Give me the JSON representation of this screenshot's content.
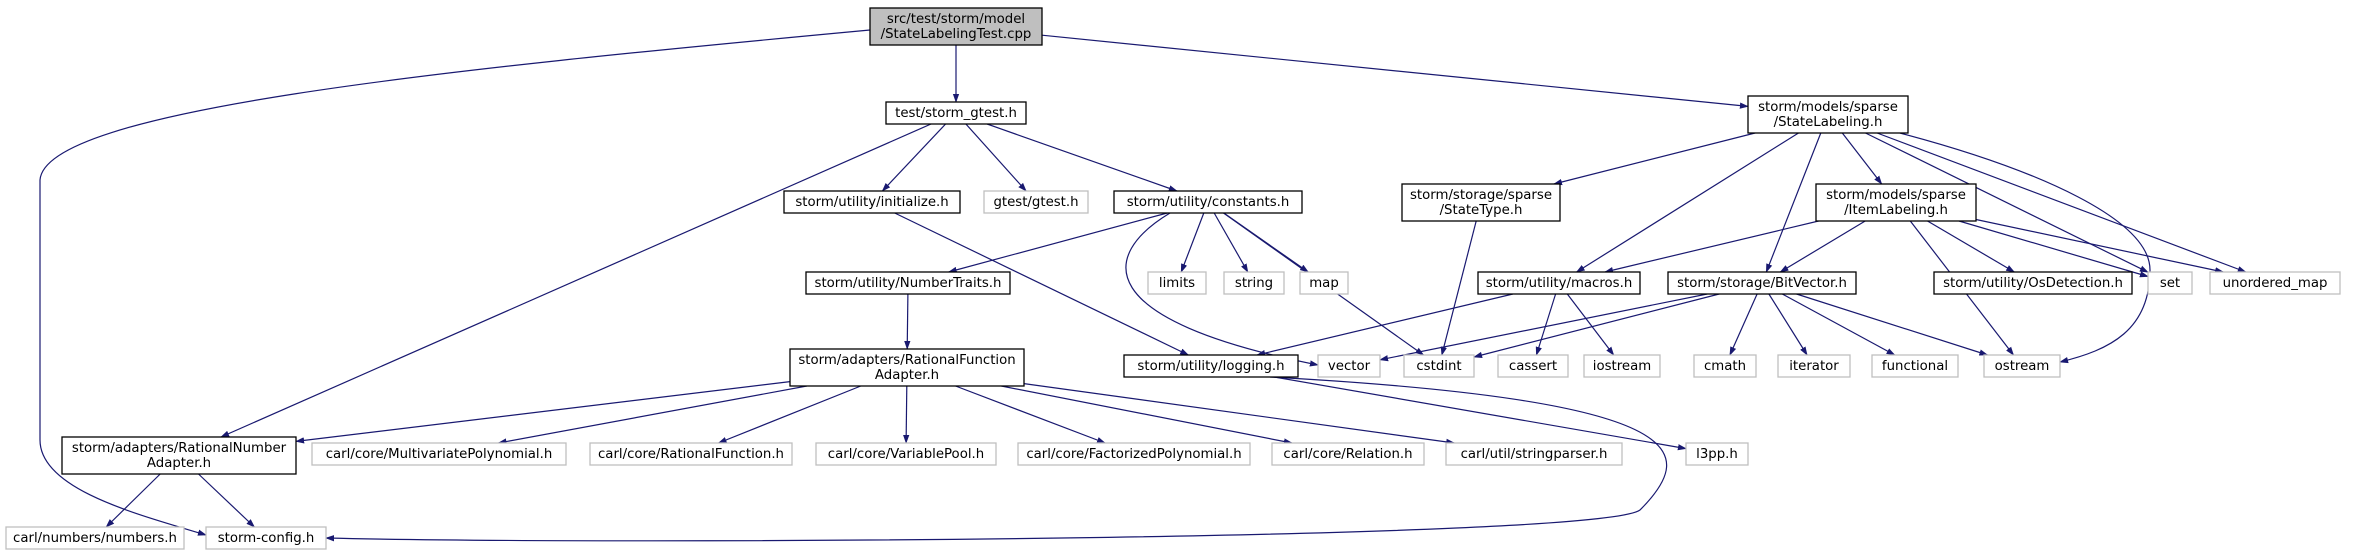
{
  "colors": {
    "edge": "#191970",
    "node_border": "#000000",
    "external_border": "#bfbfbf",
    "root_fill": "#bfbfbf",
    "background": "#ffffff"
  },
  "nodes": [
    {
      "id": "root",
      "lines": [
        "src/test/storm/model",
        "/StateLabelingTest.cpp"
      ],
      "kind": "root"
    },
    {
      "id": "storm_gtest",
      "lines": [
        "test/storm_gtest.h"
      ],
      "kind": "internal"
    },
    {
      "id": "statelabeling",
      "lines": [
        "storm/models/sparse",
        "/StateLabeling.h"
      ],
      "kind": "internal"
    },
    {
      "id": "initialize",
      "lines": [
        "storm/utility/initialize.h"
      ],
      "kind": "internal"
    },
    {
      "id": "gtest",
      "lines": [
        "gtest/gtest.h"
      ],
      "kind": "external"
    },
    {
      "id": "constants",
      "lines": [
        "storm/utility/constants.h"
      ],
      "kind": "internal"
    },
    {
      "id": "statetype",
      "lines": [
        "storm/storage/sparse",
        "/StateType.h"
      ],
      "kind": "internal"
    },
    {
      "id": "itemlabeling",
      "lines": [
        "storm/models/sparse",
        "/ItemLabeling.h"
      ],
      "kind": "internal"
    },
    {
      "id": "numbertraits",
      "lines": [
        "storm/utility/NumberTraits.h"
      ],
      "kind": "internal"
    },
    {
      "id": "limits",
      "lines": [
        "limits"
      ],
      "kind": "external"
    },
    {
      "id": "string",
      "lines": [
        "string"
      ],
      "kind": "external"
    },
    {
      "id": "map",
      "lines": [
        "map"
      ],
      "kind": "external"
    },
    {
      "id": "macros",
      "lines": [
        "storm/utility/macros.h"
      ],
      "kind": "internal"
    },
    {
      "id": "bitvector",
      "lines": [
        "storm/storage/BitVector.h"
      ],
      "kind": "internal"
    },
    {
      "id": "osdetection",
      "lines": [
        "storm/utility/OsDetection.h"
      ],
      "kind": "internal"
    },
    {
      "id": "set",
      "lines": [
        "set"
      ],
      "kind": "external"
    },
    {
      "id": "unordered_map",
      "lines": [
        "unordered_map"
      ],
      "kind": "external"
    },
    {
      "id": "rfadapter",
      "lines": [
        "storm/adapters/RationalFunction",
        "Adapter.h"
      ],
      "kind": "internal"
    },
    {
      "id": "logging",
      "lines": [
        "storm/utility/logging.h"
      ],
      "kind": "internal"
    },
    {
      "id": "vector",
      "lines": [
        "vector"
      ],
      "kind": "external"
    },
    {
      "id": "cstdint",
      "lines": [
        "cstdint"
      ],
      "kind": "external"
    },
    {
      "id": "cassert",
      "lines": [
        "cassert"
      ],
      "kind": "external"
    },
    {
      "id": "iostream",
      "lines": [
        "iostream"
      ],
      "kind": "external"
    },
    {
      "id": "cmath",
      "lines": [
        "cmath"
      ],
      "kind": "external"
    },
    {
      "id": "iterator",
      "lines": [
        "iterator"
      ],
      "kind": "external"
    },
    {
      "id": "functional",
      "lines": [
        "functional"
      ],
      "kind": "external"
    },
    {
      "id": "ostream",
      "lines": [
        "ostream"
      ],
      "kind": "external"
    },
    {
      "id": "rnadapter",
      "lines": [
        "storm/adapters/RationalNumber",
        "Adapter.h"
      ],
      "kind": "internal"
    },
    {
      "id": "multivariate",
      "lines": [
        "carl/core/MultivariatePolynomial.h"
      ],
      "kind": "external"
    },
    {
      "id": "rationalfunction",
      "lines": [
        "carl/core/RationalFunction.h"
      ],
      "kind": "external"
    },
    {
      "id": "variablepool",
      "lines": [
        "carl/core/VariablePool.h"
      ],
      "kind": "external"
    },
    {
      "id": "factorized",
      "lines": [
        "carl/core/FactorizedPolynomial.h"
      ],
      "kind": "external"
    },
    {
      "id": "relation",
      "lines": [
        "carl/core/Relation.h"
      ],
      "kind": "external"
    },
    {
      "id": "stringparser",
      "lines": [
        "carl/util/stringparser.h"
      ],
      "kind": "external"
    },
    {
      "id": "l3pp",
      "lines": [
        "l3pp.h"
      ],
      "kind": "external"
    },
    {
      "id": "numbers",
      "lines": [
        "carl/numbers/numbers.h"
      ],
      "kind": "external"
    },
    {
      "id": "stormconfig",
      "lines": [
        "storm-config.h"
      ],
      "kind": "external"
    }
  ],
  "edges": [
    [
      "root",
      "storm_gtest"
    ],
    [
      "root",
      "statelabeling"
    ],
    [
      "root",
      "stormconfig"
    ],
    [
      "storm_gtest",
      "initialize"
    ],
    [
      "storm_gtest",
      "gtest"
    ],
    [
      "storm_gtest",
      "constants"
    ],
    [
      "storm_gtest",
      "rnadapter"
    ],
    [
      "initialize",
      "logging"
    ],
    [
      "constants",
      "numbertraits"
    ],
    [
      "constants",
      "limits"
    ],
    [
      "constants",
      "string"
    ],
    [
      "constants",
      "map"
    ],
    [
      "constants",
      "vector"
    ],
    [
      "constants",
      "cstdint"
    ],
    [
      "numbertraits",
      "rfadapter"
    ],
    [
      "rfadapter",
      "rnadapter"
    ],
    [
      "rfadapter",
      "multivariate"
    ],
    [
      "rfadapter",
      "rationalfunction"
    ],
    [
      "rfadapter",
      "variablepool"
    ],
    [
      "rfadapter",
      "factorized"
    ],
    [
      "rfadapter",
      "relation"
    ],
    [
      "rfadapter",
      "stringparser"
    ],
    [
      "rnadapter",
      "numbers"
    ],
    [
      "rnadapter",
      "stormconfig"
    ],
    [
      "statelabeling",
      "statetype"
    ],
    [
      "statelabeling",
      "macros"
    ],
    [
      "statelabeling",
      "bitvector"
    ],
    [
      "statelabeling",
      "itemlabeling"
    ],
    [
      "statelabeling",
      "set"
    ],
    [
      "statelabeling",
      "unordered_map"
    ],
    [
      "statelabeling",
      "ostream"
    ],
    [
      "statetype",
      "cstdint"
    ],
    [
      "itemlabeling",
      "macros"
    ],
    [
      "itemlabeling",
      "bitvector"
    ],
    [
      "itemlabeling",
      "osdetection"
    ],
    [
      "itemlabeling",
      "set"
    ],
    [
      "itemlabeling",
      "unordered_map"
    ],
    [
      "itemlabeling",
      "ostream"
    ],
    [
      "macros",
      "logging"
    ],
    [
      "macros",
      "cassert"
    ],
    [
      "macros",
      "iostream"
    ],
    [
      "bitvector",
      "vector"
    ],
    [
      "bitvector",
      "cstdint"
    ],
    [
      "bitvector",
      "cmath"
    ],
    [
      "bitvector",
      "iterator"
    ],
    [
      "bitvector",
      "functional"
    ],
    [
      "bitvector",
      "ostream"
    ],
    [
      "logging",
      "l3pp"
    ],
    [
      "logging",
      "stormconfig"
    ]
  ]
}
